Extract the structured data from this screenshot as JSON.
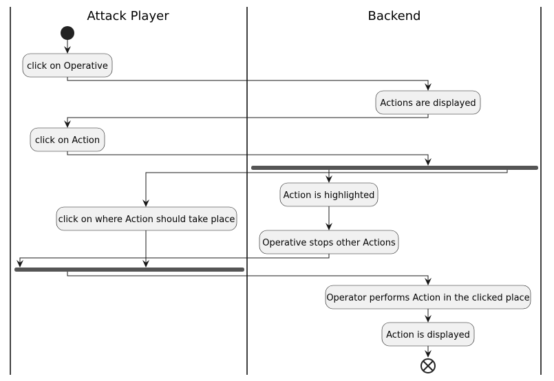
{
  "swimlanes": [
    {
      "title": "Attack Player"
    },
    {
      "title": "Backend"
    }
  ],
  "activities": [
    {
      "label": "click on Operative"
    },
    {
      "label": "Actions are displayed"
    },
    {
      "label": "click on Action"
    },
    {
      "label": "Action is highlighted"
    },
    {
      "label": "click on where Action should take place"
    },
    {
      "label": "Operative stops other Actions"
    },
    {
      "label": "Operator performs Action in the clicked place"
    },
    {
      "label": "Action is displayed"
    }
  ],
  "colors": {
    "activity_fill": "#f1f1f1",
    "border": "#181818",
    "bar": "#555555"
  }
}
